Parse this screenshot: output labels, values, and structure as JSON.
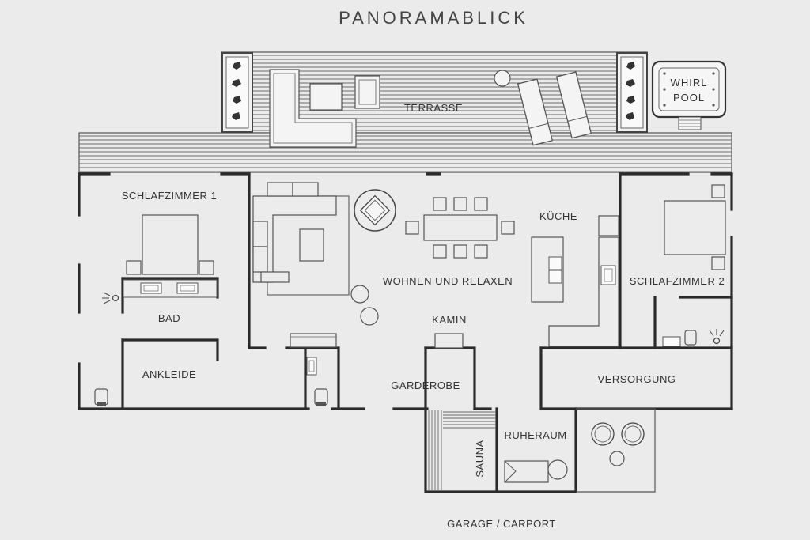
{
  "title": "PANORAMABLICK",
  "rooms": {
    "terrasse": "TERRASSE",
    "whirlpool_line1": "WHIRL",
    "whirlpool_line2": "POOL",
    "schlafzimmer1": "SCHLAFZIMMER 1",
    "bad": "BAD",
    "ankleide": "ANKLEIDE",
    "wohnen": "WOHNEN UND RELAXEN",
    "kueche": "KÜCHE",
    "schlafzimmer2": "SCHLAFZIMMER 2",
    "kamin": "KAMIN",
    "garderobe": "GARDEROBE",
    "versorgung": "VERSORGUNG",
    "sauna": "SAUNA",
    "ruheraum": "RUHERAUM",
    "garage": "GARAGE / CARPORT"
  },
  "colors": {
    "background": "#ebebeb",
    "wall": "#2b2b2b",
    "line": "#555555"
  }
}
